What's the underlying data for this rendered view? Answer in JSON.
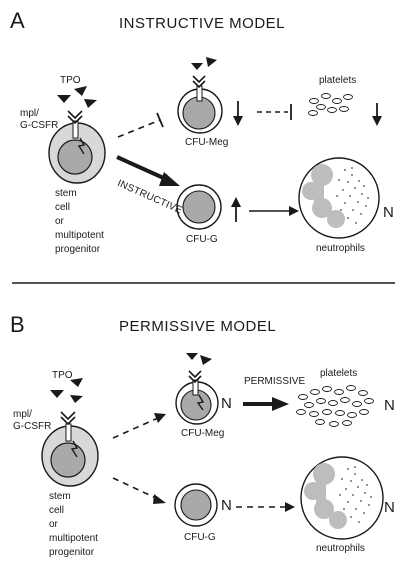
{
  "colors": {
    "ink": "#1a1a1a",
    "cell_fill": "#d8d8d8",
    "nucleus_fill": "#a9a9a9",
    "granule": "#444444",
    "background": "#ffffff"
  },
  "panel_a": {
    "letter": "A",
    "title": "INSTRUCTIVE MODEL",
    "tpo": "TPO",
    "receptor_line1": "mpl/",
    "receptor_line2": "G-CSFR",
    "stem_lines": [
      "stem",
      "cell",
      "or",
      "multipotent",
      "progenitor"
    ],
    "cfu_meg": "CFU-Meg",
    "cfu_g": "CFU-G",
    "platelets": "platelets",
    "neutrophils": "neutrophils",
    "n_mark": "N",
    "arrow_label": "INSTRUCTIVE"
  },
  "panel_b": {
    "letter": "B",
    "title": "PERMISSIVE MODEL",
    "tpo": "TPO",
    "receptor_line1": "mpl/",
    "receptor_line2": "G-CSFR",
    "stem_lines": [
      "stem",
      "cell",
      "or",
      "multipotent",
      "progenitor"
    ],
    "cfu_meg": "CFU-Meg",
    "cfu_g": "CFU-G",
    "platelets": "platelets",
    "neutrophils": "neutrophils",
    "n_mark": "N",
    "arrow_label": "PERMISSIVE"
  }
}
